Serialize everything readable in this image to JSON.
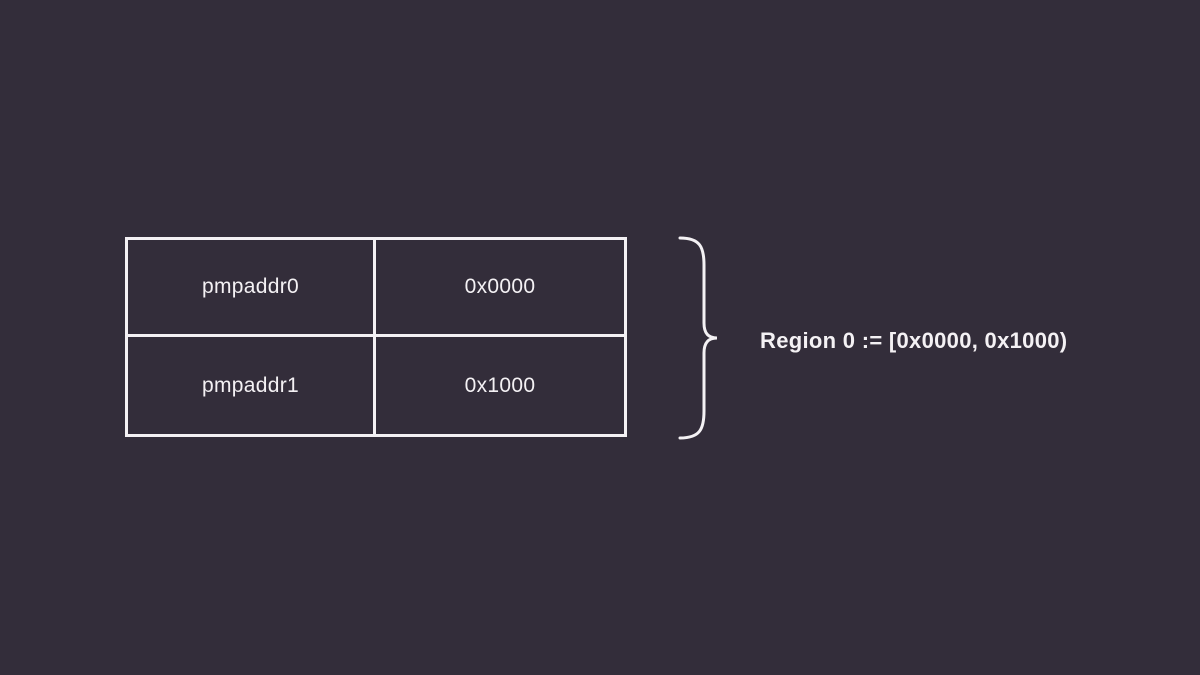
{
  "colors": {
    "background": "#332d3a",
    "foreground": "#f4f1f4"
  },
  "table": {
    "rows": [
      {
        "register": "pmpaddr0",
        "value": "0x0000"
      },
      {
        "register": "pmpaddr1",
        "value": "0x1000"
      }
    ]
  },
  "annotation": {
    "label": "Region 0 := [0x0000, 0x1000)"
  },
  "icons": {
    "brace": "right-curly-brace-icon"
  }
}
